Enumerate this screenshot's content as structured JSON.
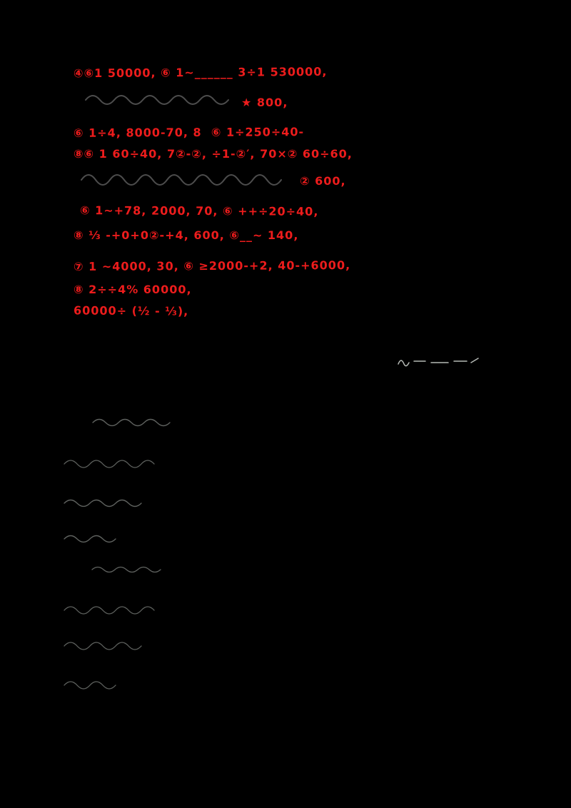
{
  "page": {
    "background": "#000000"
  },
  "ink": {
    "red": "#ed1c1c",
    "dark": "#4d4d4d",
    "faint": "#aeb4ae",
    "sig": "#d6dad6"
  },
  "red_lines": [
    {
      "text": "④⑥1 50000, ⑥ 1~______ 3÷1 530000,"
    },
    {
      "text": "★ 800,"
    },
    {
      "text": "⑥ 1÷4, 8000-70, 8  ⑥ 1÷250÷40-"
    },
    {
      "text": "⑧⑥ 1 60÷40, 7②-②, ÷1-②′, 70×② 60÷60,"
    },
    {
      "text": "② 600,"
    },
    {
      "text": "⑥ 1~+78, 2000, 70, ⑥ ++÷20÷40,"
    },
    {
      "text": "⑧ ⅓ -+0+0②-+4, 600, ⑥__~ 140,"
    },
    {
      "text": "⑦ 1 ~4000, 30, ⑥ ≥2000-+2, 40-+6000,"
    },
    {
      "text": "⑧ 2÷÷4% 60000,"
    },
    {
      "text": "60000÷ (½ - ⅓),"
    }
  ]
}
